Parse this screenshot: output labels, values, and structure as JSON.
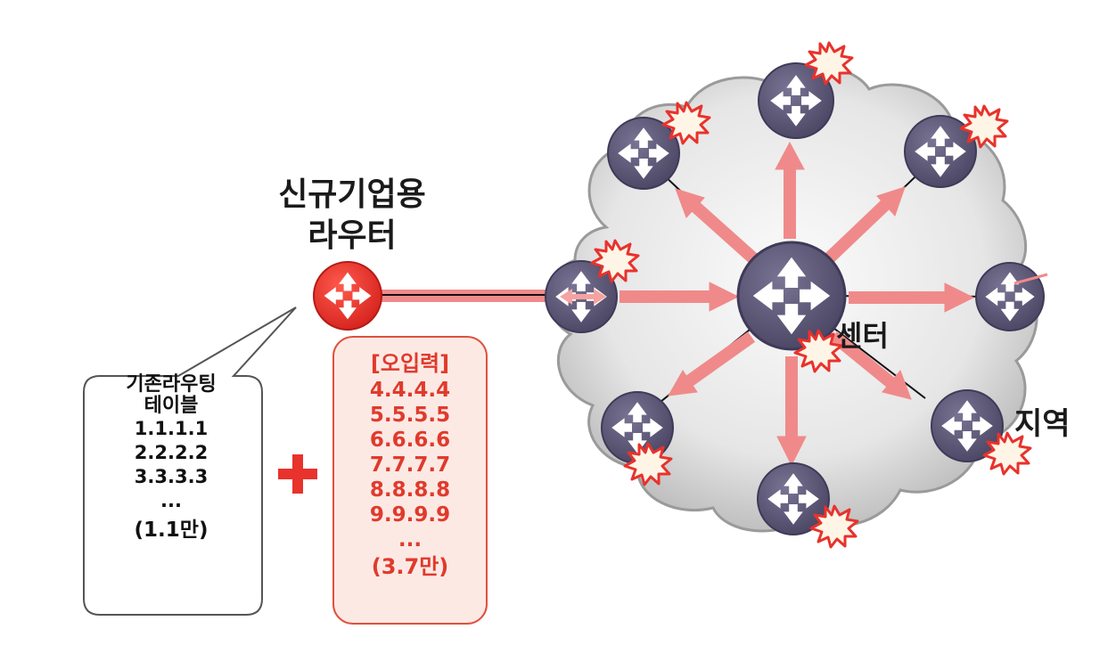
{
  "labels": {
    "new_router_line1": "신규기업용",
    "new_router_line2": "라우터",
    "center": "센터",
    "region": "지역"
  },
  "existing_table": {
    "title_line1": "기존라우팅",
    "title_line2": "테이블",
    "entries": [
      "1.1.1.1",
      "2.2.2.2",
      "3.3.3.3",
      "..."
    ],
    "total": "(1.1만)"
  },
  "misinput": {
    "title": "[오입력]",
    "entries": [
      "4.4.4.4",
      "5.5.5.5",
      "6.6.6.6",
      "7.7.7.7",
      "8.8.8.8",
      "9.9.9.9",
      "..."
    ],
    "total": "(3.7만)"
  },
  "colors": {
    "router_body": "#5e5878",
    "router_edge": "#3f3a58",
    "new_router": "#e8322c",
    "arrow": "#f08a8a",
    "link_line": "#111111",
    "text_red": "#e03a2c",
    "cloud": "#e0e0e0",
    "burst": "#e8322c"
  },
  "icons": [
    "router-icon",
    "burst-icon",
    "plus-icon",
    "cloud-shape"
  ]
}
